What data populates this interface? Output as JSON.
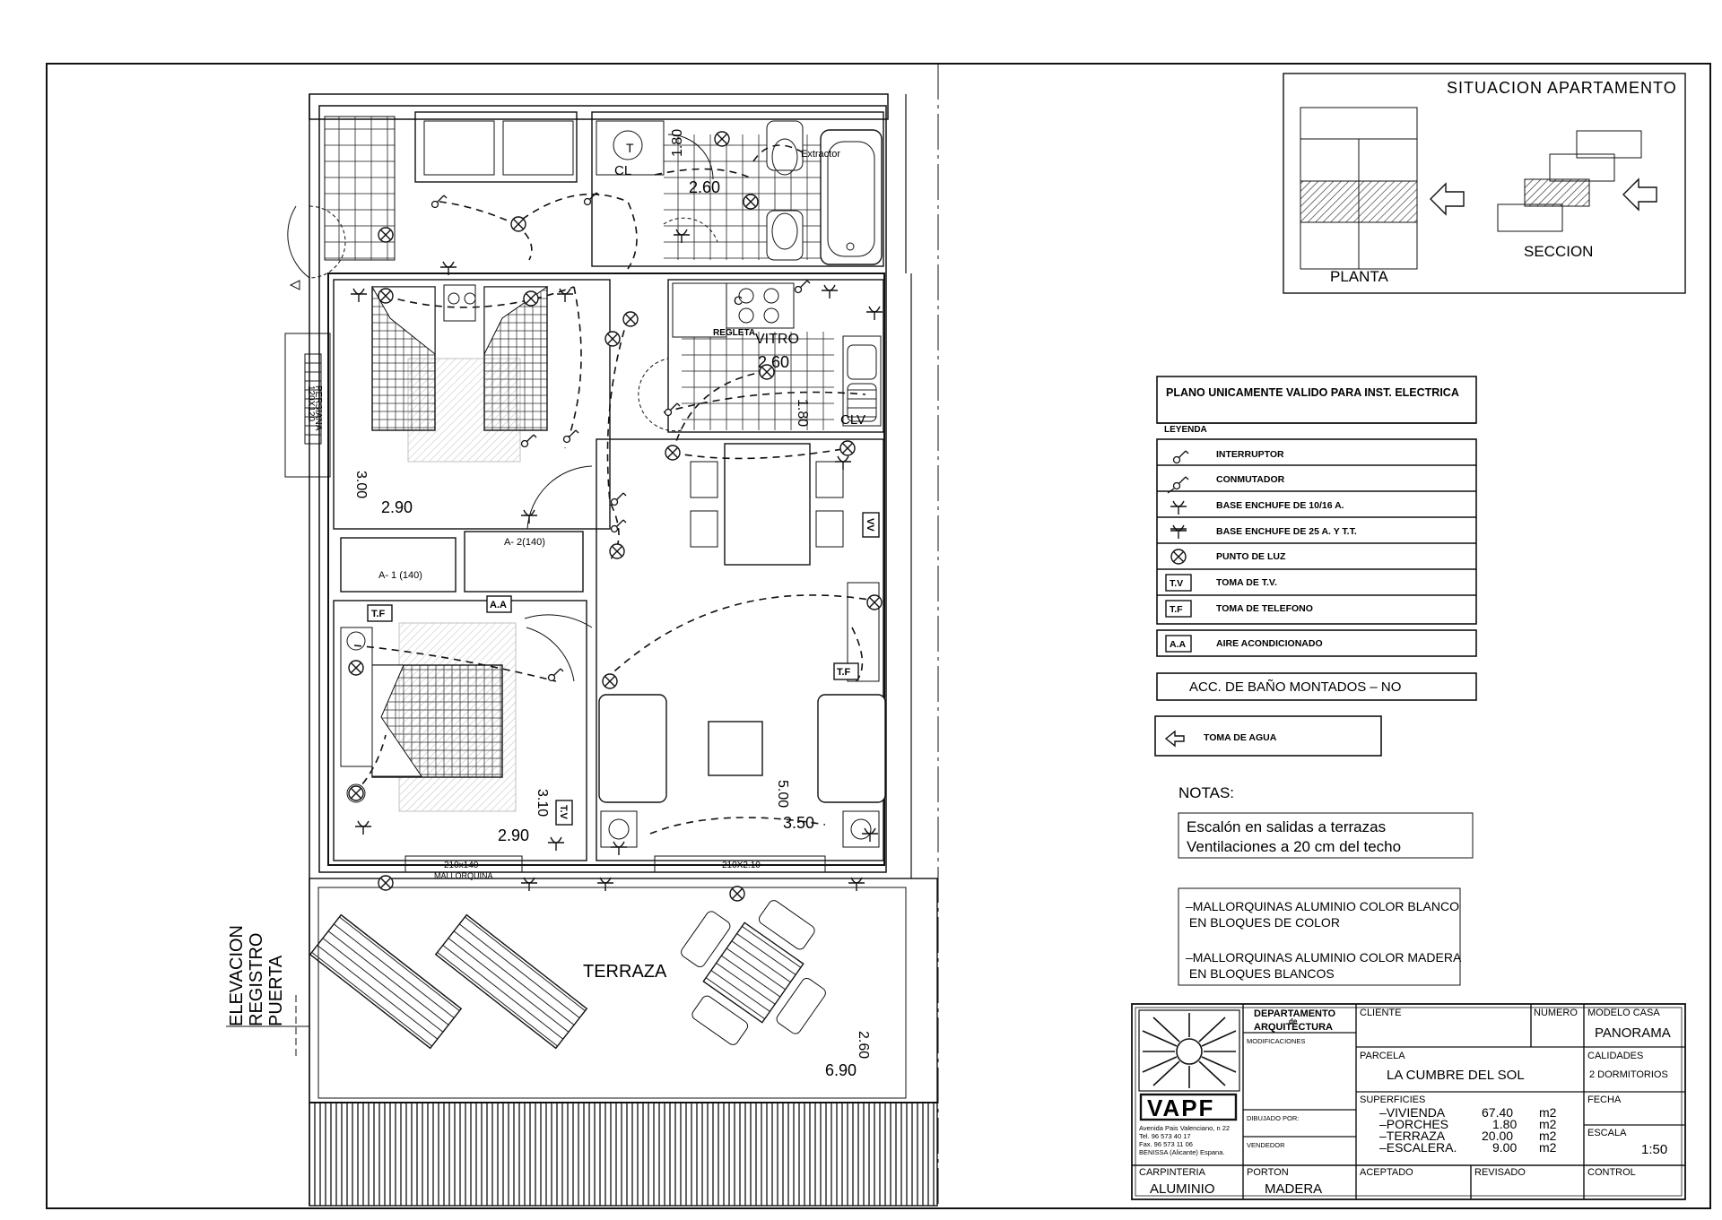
{
  "plan": {
    "rooms": {
      "bedroom1_dims": [
        "2.90",
        "3.00"
      ],
      "bedroom2_dims": [
        "2.90",
        "3.10"
      ],
      "kitchen_dims": [
        "2.60",
        "1.80"
      ],
      "bath_dims": [
        "2.60",
        "1.80"
      ],
      "living_dims": [
        "3.50",
        "5.00"
      ],
      "terrace_dims": [
        "6.90",
        "2.60"
      ],
      "terrace_label": "TERRAZA"
    },
    "labels": {
      "wardrobe1": "A- 1 (140)",
      "wardrobe2": "A- 2(140)",
      "window_left": "120X120",
      "window_left2": "PERSIANA",
      "door_terrace1": "210x140",
      "door_terrace1b": "MALLORQUINA",
      "door_terrace2": "210X2.10",
      "extractor": "Extractor",
      "regleta": "REGLETA",
      "vitro": "VITRO",
      "clv": "CLV",
      "cl": "CL",
      "c": "C",
      "t": "T",
      "tf": "T.F",
      "tv": "T.V",
      "aa": "A.A",
      "vv": "VV",
      "elevation": [
        "ELEVACION",
        "REGISTRO",
        "PUERTA"
      ]
    }
  },
  "situacion": {
    "title": "SITUACION APARTAMENTO",
    "planta": "PLANTA",
    "seccion": "SECCION"
  },
  "legend": {
    "header": "PLANO UNICAMENTE VALIDO PARA INST. ELECTRICA",
    "leyenda": "LEYENDA",
    "items": [
      {
        "icon": "interruptor-icon",
        "label": "INTERRUPTOR"
      },
      {
        "icon": "conmutador-icon",
        "label": "CONMUTADOR"
      },
      {
        "icon": "socket-16a-icon",
        "label": "BASE ENCHUFE DE 10/16 A."
      },
      {
        "icon": "socket-25a-icon",
        "label": "BASE ENCHUFE DE 25 A. Y T.T."
      },
      {
        "icon": "light-point-icon",
        "label": "PUNTO DE LUZ"
      },
      {
        "icon": "tv-outlet-icon",
        "label": "TOMA DE T.V."
      },
      {
        "icon": "phone-outlet-icon",
        "label": "TOMA DE TELEFONO"
      }
    ],
    "aa_label": "AIRE ACONDICIONADO",
    "bath_acc": "ACC. DE BAÑO MONTADOS   –   NO",
    "toma_agua": "TOMA DE AGUA"
  },
  "notes": {
    "title": "NOTAS:",
    "box1": [
      "Escalón en salidas a terrazas",
      "Ventilaciones a 20 cm del techo"
    ],
    "box2": [
      "–MALLORQUINAS ALUMINIO COLOR BLANCO",
      " EN BLOQUES DE COLOR",
      "–MALLORQUINAS ALUMINIO COLOR MADERA",
      " EN BLOQUES BLANCOS"
    ]
  },
  "title_block": {
    "brand": "VAPF",
    "address": [
      "Avenida Pais Valenciano, n 22",
      "Tel.  96 573 40 17",
      "Fax.  96 573 11 06",
      "BENISSA (Alicante) Espana."
    ],
    "departamento": [
      "DEPARTAMENTO",
      "de",
      "ARQUITECTURA"
    ],
    "modificaciones": "MODIFICACIONES",
    "dibujado": "DIBUJADO POR:",
    "vendedor": "VENDEDOR",
    "cliente": "CLIENTE",
    "numero": "NUMERO",
    "modelo_label": "MODELO CASA",
    "modelo": "PANORAMA",
    "parcela_label": "PARCELA",
    "parcela": "LA CUMBRE DEL SOL",
    "calidades_label": "CALIDADES",
    "calidades": "2 DORMITORIOS",
    "superficies_label": "SUPERFICIES",
    "superficies": [
      {
        "name": "–VIVIENDA",
        "value": "67.40",
        "unit": "m2"
      },
      {
        "name": "–PORCHES",
        "value": "1.80",
        "unit": "m2"
      },
      {
        "name": "–TERRAZA",
        "value": "20.00",
        "unit": "m2"
      },
      {
        "name": "–ESCALERA.",
        "value": "9.00",
        "unit": "m2"
      }
    ],
    "fecha_label": "FECHA",
    "escala_label": "ESCALA",
    "escala": "1:50",
    "carpinteria_label": "CARPINTERIA",
    "carpinteria": "ALUMINIO",
    "porton_label": "PORTON",
    "porton": "MADERA",
    "aceptado": "ACEPTADO",
    "revisado": "REVISADO",
    "control": "CONTROL"
  }
}
